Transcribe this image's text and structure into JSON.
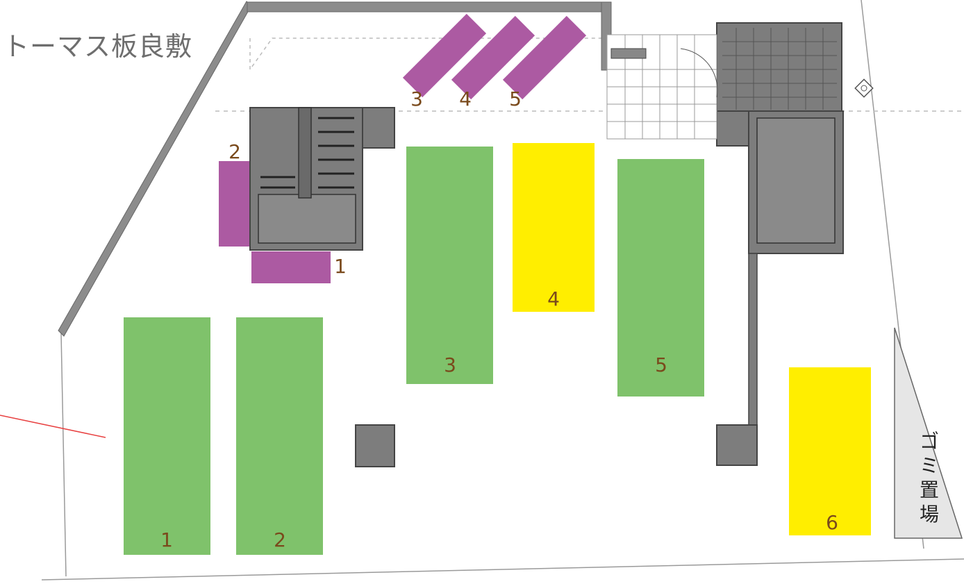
{
  "title": "トーマス板良敷",
  "colors": {
    "car_space": "#7fc26b",
    "compact_space": "#ffee00",
    "bike_space": "#ac5aa2",
    "wall": "#8c8c8c",
    "building": "#707070",
    "boundary": "#999999"
  },
  "car_spaces": [
    {
      "label": "1",
      "color": "green"
    },
    {
      "label": "2",
      "color": "green"
    },
    {
      "label": "3",
      "color": "green"
    },
    {
      "label": "4",
      "color": "yellow"
    },
    {
      "label": "5",
      "color": "green"
    },
    {
      "label": "6",
      "color": "yellow"
    }
  ],
  "bike_spaces": [
    {
      "label": "1"
    },
    {
      "label": "2"
    },
    {
      "label": "3"
    },
    {
      "label": "4"
    },
    {
      "label": "5"
    }
  ],
  "garbage_area": {
    "label": "ゴミ置場",
    "chars": [
      "ゴ",
      "ミ",
      "置",
      "場"
    ]
  }
}
